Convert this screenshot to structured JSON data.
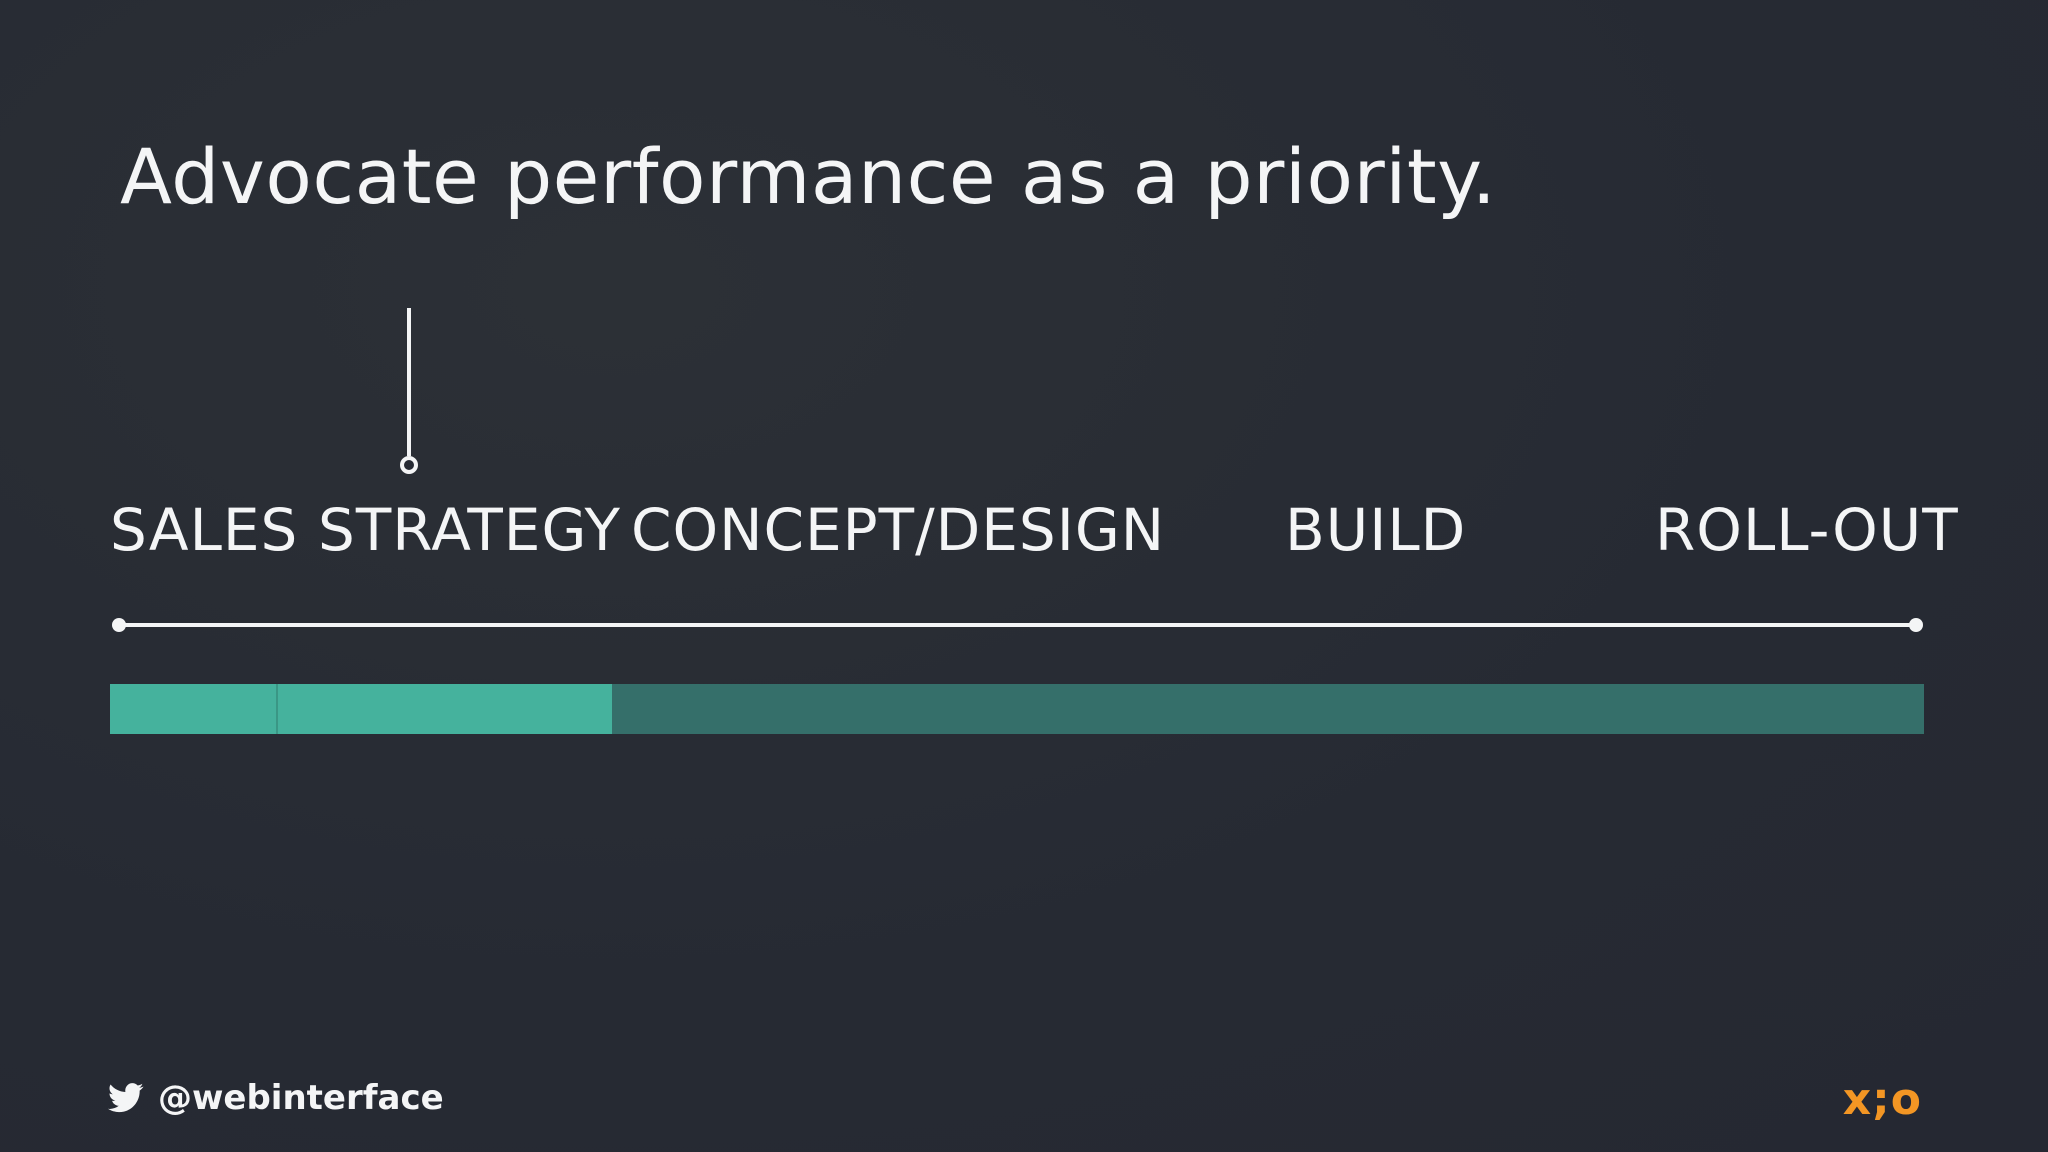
{
  "slide": {
    "title": "Advocate performance as a priority."
  },
  "timeline": {
    "phases": [
      {
        "label": "SALES"
      },
      {
        "label": "STRATEGY"
      },
      {
        "label": "CONCEPT/DESIGN"
      },
      {
        "label": "BUILD"
      },
      {
        "label": "ROLL-OUT"
      }
    ],
    "current_phase": "STRATEGY",
    "progress_fraction": 0.277
  },
  "footer": {
    "twitter_icon": "twitter-bird-icon",
    "handle": "@webinterface",
    "logo_text": "x;o"
  },
  "colors": {
    "background": "#262a33",
    "progress_fill": "#45b29d",
    "progress_track": "#356f6a",
    "logo": "#f39624",
    "text": "#f4f5f6"
  }
}
